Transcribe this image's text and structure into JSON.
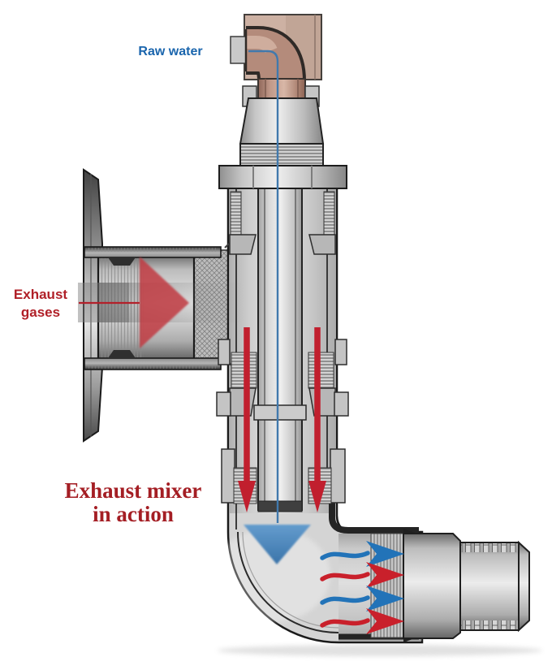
{
  "diagram": {
    "labels": {
      "raw_water": "Raw water",
      "exhaust_line1": "Exhaust",
      "exhaust_line2": "gases",
      "title_line1": "Exhaust mixer",
      "title_line2": "in action"
    },
    "colors": {
      "raw_water_label": "#1a65ad",
      "exhaust_gases_label": "#b02028",
      "title_text": "#a41e24",
      "water_flow": "#2273b8",
      "exhaust_flow": "#c11f2e",
      "copper_fitting": "#b48b7b",
      "metal_gray": "#d4d4d4",
      "outline": "#1a1a1a"
    },
    "flow_icons": {
      "raw_water_inlet": "blue line flowing down through inner tube",
      "exhaust_inlet": "red right-pointing triangle into tee",
      "exhaust_annulus": "two red down arrows around inner tube",
      "water_discharge": "blue down-pointing triangle at elbow",
      "mixed_outlet_sequence": [
        "water",
        "exhaust",
        "water",
        "exhaust"
      ]
    }
  }
}
